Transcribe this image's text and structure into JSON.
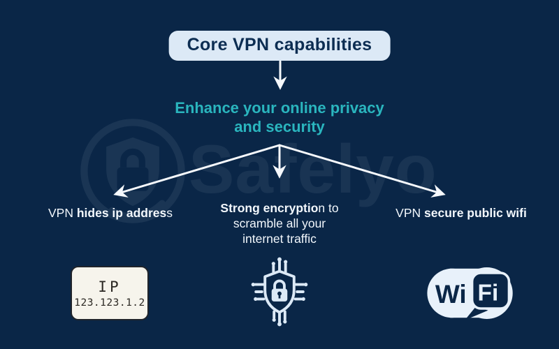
{
  "colors": {
    "background": "#0a2647",
    "accent_teal": "#2ab5be",
    "title_box_bg": "#dce9f6",
    "title_text": "#0c2d52",
    "body_text": "#f2f7fc",
    "arrow": "#f6f9fd",
    "icon_light": "#dce9f6",
    "ip_card_bg": "#f6f4ec",
    "ip_card_text": "#2b2823"
  },
  "header": {
    "title": "Core VPN capabilities"
  },
  "subtitle": {
    "line1": "Enhance your online privacy",
    "line2": "and security"
  },
  "branches": {
    "left": {
      "normal_prefix": "VPN ",
      "bold": "hides ip addres",
      "normal_suffix": "s"
    },
    "center": {
      "bold_part": "Strong encryptio",
      "normal_part": "n to",
      "line2": "scramble all your",
      "line3": "internet traffic"
    },
    "right": {
      "normal_prefix": "VPN ",
      "bold": "secure public wifi"
    }
  },
  "icons": {
    "ip_card": {
      "line1": "IP",
      "line2": "123.123.1.2"
    },
    "wifi_logo": {
      "left_text": "Wi",
      "right_text": "Fi"
    }
  },
  "watermark": {
    "brand": "Safelyo"
  }
}
